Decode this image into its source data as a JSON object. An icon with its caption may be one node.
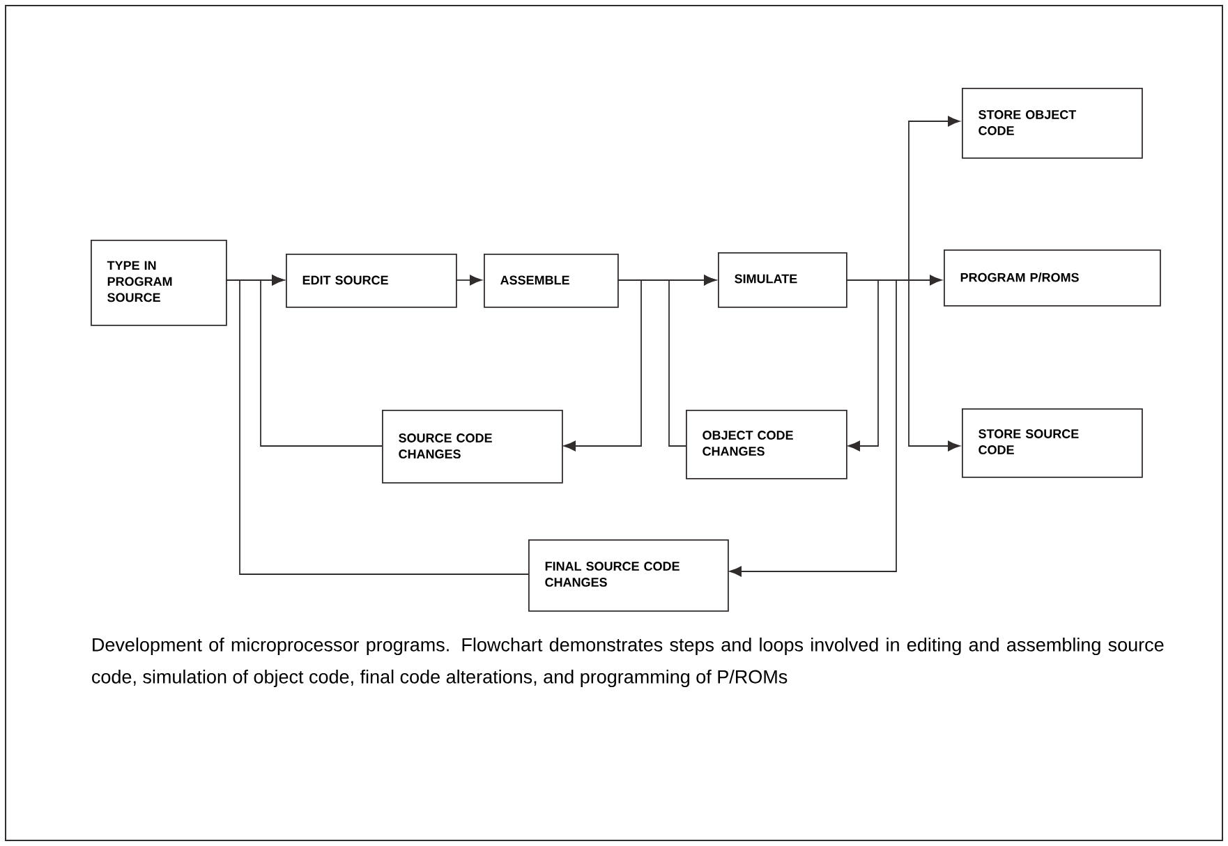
{
  "diagram": {
    "nodes": [
      {
        "text": [
          "TYPE IN PROGRAM SOURCE"
        ]
      },
      {
        "text": [
          "EDIT SOURCE"
        ]
      },
      {
        "text": [
          "ASSEMBLE"
        ]
      },
      {
        "text": [
          "SIMULATE"
        ]
      },
      {
        "text": [
          "STORE OBJECT CODE"
        ]
      },
      {
        "text": [
          "PROGRAM P/ROMS"
        ]
      },
      {
        "text": [
          "SOURCE CODE CHANGES"
        ]
      },
      {
        "text": [
          "OBJECT CODE CHANGES"
        ]
      },
      {
        "text": [
          "STORE SOURCE CODE"
        ]
      },
      {
        "text": [
          "FINAL SOURCE CODE CHANGES"
        ]
      }
    ],
    "edges": [
      {
        "from": 0,
        "to": 1,
        "arrow": "to"
      },
      {
        "from": 1,
        "to": 2,
        "arrow": "to"
      },
      {
        "from": 2,
        "to": 3,
        "arrow": "to"
      },
      {
        "from": 2,
        "to": 6,
        "arrow": "to"
      },
      {
        "from": 6,
        "to": 1,
        "arrow": "to"
      },
      {
        "from": 3,
        "to": 7,
        "arrow": "to"
      },
      {
        "from": 7,
        "to": 3,
        "arrow": "to"
      },
      {
        "from": 3,
        "to": 4,
        "arrow": "to"
      },
      {
        "from": 3,
        "to": 5,
        "arrow": "to"
      },
      {
        "from": 3,
        "to": 8,
        "arrow": "to"
      },
      {
        "from": 3,
        "to": 9,
        "arrow": "to"
      },
      {
        "from": 9,
        "to": 1,
        "arrow": "to"
      }
    ],
    "caption": "Development of microprocessor programs. Flowchart demonstrates steps and loops involved in editing and assembling source code, simulation of object code, final code alterations, and programming of P/ROMs"
  }
}
